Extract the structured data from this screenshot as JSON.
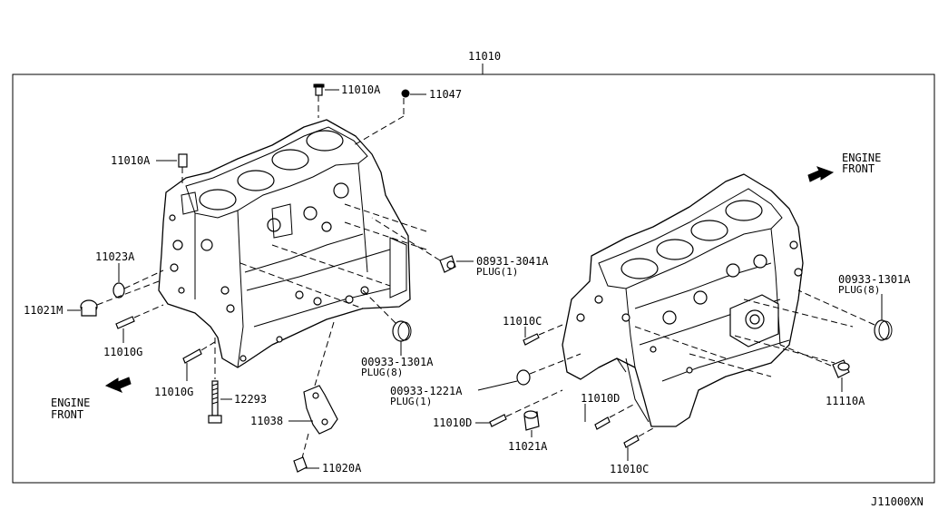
{
  "diagram": {
    "main_part": "11010",
    "figure_code": "J11000XN",
    "engine_front_left": [
      "ENGINE",
      "FRONT"
    ],
    "engine_front_right": [
      "ENGINE",
      "FRONT"
    ],
    "callouts": {
      "p11010A_top": "11010A",
      "p11047": "11047",
      "p11010A_left": "11010A",
      "p11023A": "11023A",
      "p11021M": "11021M",
      "p11010G_a": "11010G",
      "p11010G_b": "11010G",
      "p12293": "12293",
      "p11038": "11038",
      "p11020A": "11020A",
      "p08931_code": "08931-3041A",
      "p08931_desc": "PLUG(1)",
      "p00933_1301_left_code": "00933-1301A",
      "p00933_1301_left_desc": "PLUG(8)",
      "p11010C_top": "11010C",
      "p00933_1221_code": "00933-1221A",
      "p00933_1221_desc": "PLUG(1)",
      "p11010D_a": "11010D",
      "p11010D_b": "11010D",
      "p11021A": "11021A",
      "p11010C_bottom": "11010C",
      "p11110A": "11110A",
      "p00933_1301_right_code": "00933-1301A",
      "p00933_1301_right_desc": "PLUG(8)"
    }
  }
}
